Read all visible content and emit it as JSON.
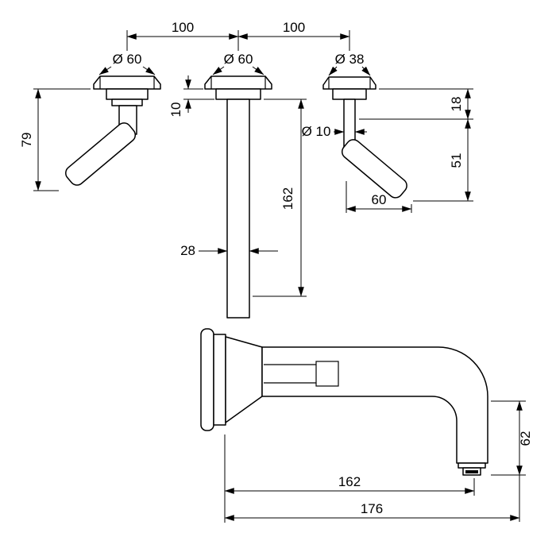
{
  "colors": {
    "background": "#ffffff",
    "lines": "#000000"
  },
  "dims": {
    "spacing_left": "100",
    "spacing_right": "100",
    "dia_left_handle": "Ø 60",
    "dia_spout": "Ø 60",
    "dia_right_handle": "Ø 38",
    "left_handle_height": "79",
    "escutcheon_depth": "10",
    "pipe_length": "162",
    "dia_stem": "Ø 10",
    "right_offset_top": "18",
    "right_handle_drop": "51",
    "right_handle_reach": "60",
    "pipe_width": "28",
    "reach_to_aerator": "162",
    "total_projection": "176",
    "outlet_drop": "62"
  }
}
